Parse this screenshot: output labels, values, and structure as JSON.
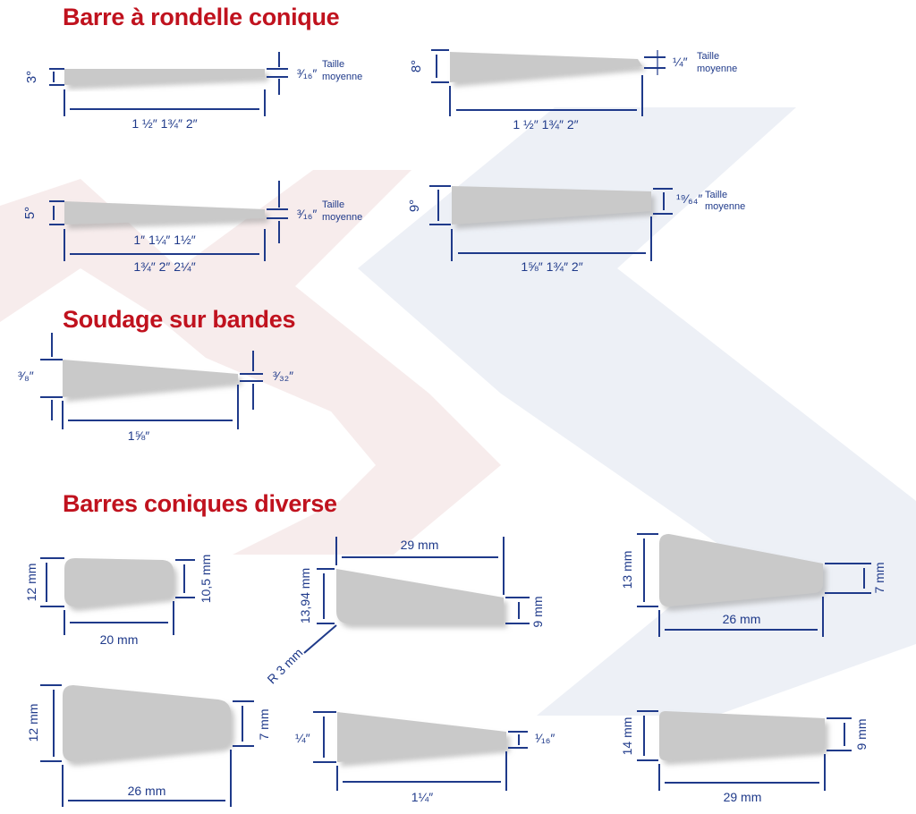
{
  "colors": {
    "heading": "#c0121e",
    "dimension": "#1f3a8a",
    "part_fill": "#c9c9c9",
    "shadow": "#9a9a9a",
    "bg_chevron_red": "#f7ecec",
    "bg_chevron_blue": "#edf0f6"
  },
  "headings": {
    "tapered_washer": "Barre à rondelle conique",
    "strip_welding": "Soudage sur bandes",
    "misc_tapered": "Barres coniques diverse"
  },
  "washer_bars": [
    {
      "angle": "3°",
      "thickness": "³⁄₁₆″",
      "size_label": "Taille",
      "size_label_2": "moyenne",
      "lengths": "1 ½″   1¾″   2″",
      "lengths_2": ""
    },
    {
      "angle": "8°",
      "thickness": "¼″",
      "size_label": "Taille",
      "size_label_2": "moyenne",
      "lengths": "1 ½″   1¾″   2″",
      "lengths_2": ""
    },
    {
      "angle": "5°",
      "thickness": "³⁄₁₆″",
      "size_label": "Taille",
      "size_label_2": "moyenne",
      "lengths": "1″   1¼″   1½″",
      "lengths_2": "1¾″   2″   2¼″"
    },
    {
      "angle": "9°",
      "thickness": "¹⁹⁄₆₄″",
      "size_label": "Taille",
      "size_label_2": "moyenne",
      "lengths": "1⅝″   1¾″   2″",
      "lengths_2": ""
    }
  ],
  "strip_bar": {
    "thick_end": "³⁄₈″",
    "thin_end": "³⁄₃₂″",
    "length": "1⅝″"
  },
  "misc_bars": [
    {
      "height": "12 mm",
      "end": "10,5 mm",
      "length": "20 mm",
      "extra": ""
    },
    {
      "height": "13,94 mm",
      "end": "9 mm",
      "length": "29 mm",
      "extra": "R 3 mm"
    },
    {
      "height": "13 mm",
      "end": "7 mm",
      "length": "26 mm",
      "extra": ""
    },
    {
      "height": "12 mm",
      "end": "7 mm",
      "length": "26 mm",
      "extra": ""
    },
    {
      "height": "¼″",
      "end": "¹⁄₁₆″",
      "length": "1¼″",
      "extra": ""
    },
    {
      "height": "14 mm",
      "end": "9 mm",
      "length": "29 mm",
      "extra": ""
    }
  ]
}
